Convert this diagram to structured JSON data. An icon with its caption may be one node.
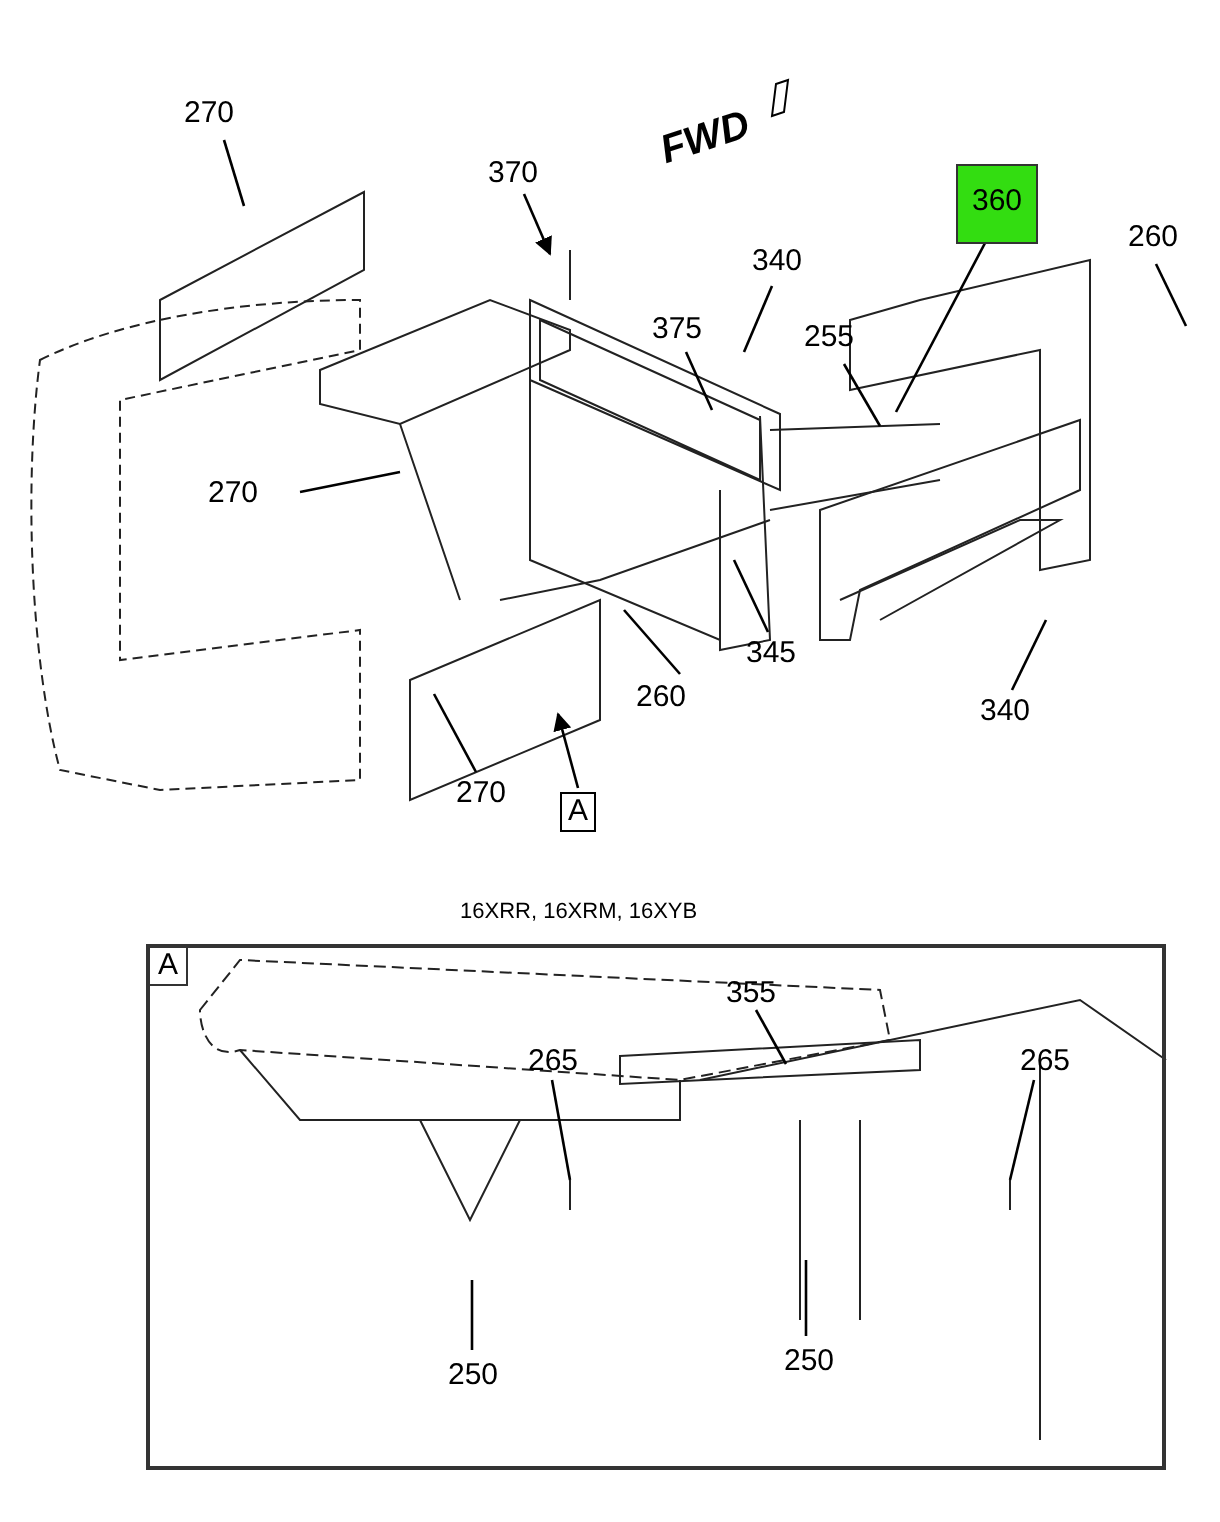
{
  "diagram": {
    "nodes": [
      {
        "text": [
          "270"
        ]
      },
      {
        "text": [
          "370"
        ]
      },
      {
        "text": [
          "340"
        ]
      },
      {
        "text": [
          "375"
        ]
      },
      {
        "text": [
          "255"
        ]
      },
      {
        "text": [
          "360"
        ]
      },
      {
        "text": [
          "260"
        ]
      },
      {
        "text": [
          "270"
        ]
      },
      {
        "text": [
          "260"
        ]
      },
      {
        "text": [
          "345"
        ]
      },
      {
        "text": [
          "340"
        ]
      },
      {
        "text": [
          "270"
        ]
      },
      {
        "text": [
          "A"
        ]
      },
      {
        "text": [
          "A"
        ]
      },
      {
        "text": [
          "265"
        ],
        "in": 13
      },
      {
        "text": [
          "355"
        ],
        "in": 13
      },
      {
        "text": [
          "265"
        ],
        "in": 13
      },
      {
        "text": [
          "250"
        ],
        "in": 13
      },
      {
        "text": [
          "250"
        ],
        "in": 13
      }
    ],
    "edges": [
      {
        "from": 0,
        "to": null,
        "arrow": "none"
      },
      {
        "from": 1,
        "to": null,
        "arrow": "to"
      },
      {
        "from": 2,
        "to": null,
        "arrow": "none"
      },
      {
        "from": 3,
        "to": null,
        "arrow": "none"
      },
      {
        "from": 4,
        "to": null,
        "arrow": "none"
      },
      {
        "from": 5,
        "to": null,
        "arrow": "none"
      },
      {
        "from": 6,
        "to": null,
        "arrow": "none"
      },
      {
        "from": 7,
        "to": null,
        "arrow": "none"
      },
      {
        "from": 8,
        "to": null,
        "arrow": "none"
      },
      {
        "from": 9,
        "to": null,
        "arrow": "none"
      },
      {
        "from": 10,
        "to": null,
        "arrow": "none"
      },
      {
        "from": 11,
        "to": null,
        "arrow": "none"
      },
      {
        "from": 12,
        "to": null,
        "arrow": "to"
      },
      {
        "from": 14,
        "to": null,
        "arrow": "none"
      },
      {
        "from": 15,
        "to": null,
        "arrow": "none"
      },
      {
        "from": 16,
        "to": null,
        "arrow": "none"
      },
      {
        "from": 17,
        "to": null,
        "arrow": "none"
      },
      {
        "from": 18,
        "to": null,
        "arrow": "none"
      }
    ],
    "labels": [
      "FWD",
      "16XRR, 16XRM, 16XYB"
    ]
  }
}
